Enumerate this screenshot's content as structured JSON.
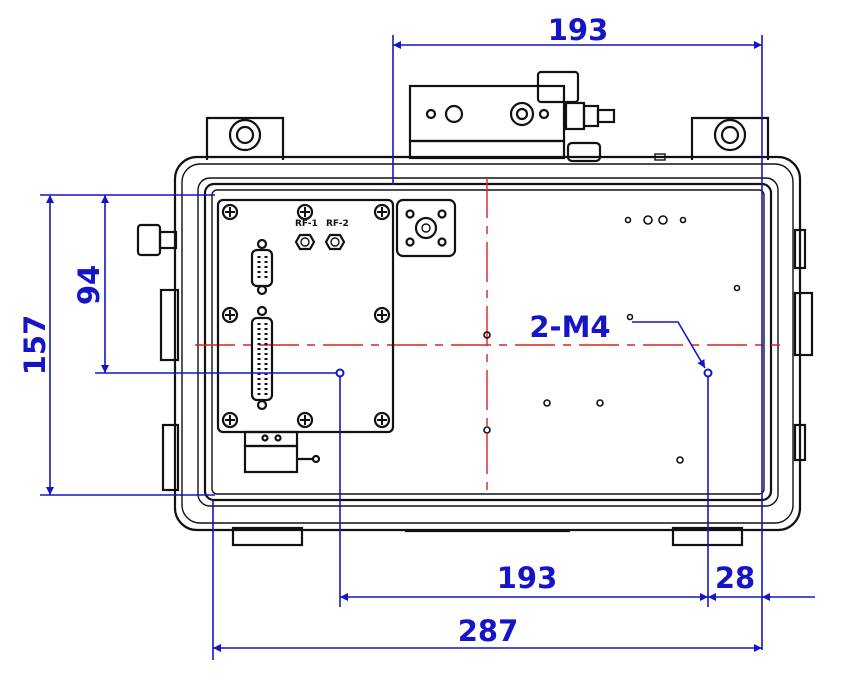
{
  "drawing": {
    "dimensions": {
      "top_width": "193",
      "bottom_hole_spacing": "193",
      "right_offset": "28",
      "overall_width": "287",
      "overall_height": "157",
      "hole_height": "94"
    },
    "hole_callout": "2-M4",
    "connector_labels": [
      "RF-1",
      "RF-2"
    ],
    "colors": {
      "outline": "#111111",
      "dimension": "#1515c8",
      "centerline": "#e02020"
    }
  }
}
